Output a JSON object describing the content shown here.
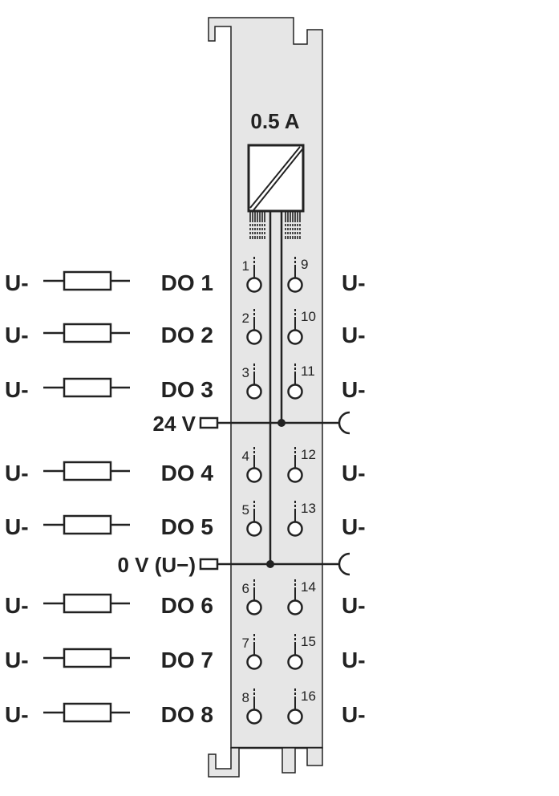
{
  "module": {
    "current_rating": "0.5 A",
    "body_color": "#e6e6e6",
    "line_color": "#222222"
  },
  "supply": [
    {
      "label": "24 V"
    },
    {
      "label": "0 V (U−)"
    }
  ],
  "channels": [
    {
      "load_label": "U-",
      "output_label": "DO 1",
      "left_terminal": "1",
      "right_terminal": "9",
      "right_label": "U-"
    },
    {
      "load_label": "U-",
      "output_label": "DO 2",
      "left_terminal": "2",
      "right_terminal": "10",
      "right_label": "U-"
    },
    {
      "load_label": "U-",
      "output_label": "DO 3",
      "left_terminal": "3",
      "right_terminal": "11",
      "right_label": "U-"
    },
    {
      "load_label": "U-",
      "output_label": "DO 4",
      "left_terminal": "4",
      "right_terminal": "12",
      "right_label": "U-"
    },
    {
      "load_label": "U-",
      "output_label": "DO 5",
      "left_terminal": "5",
      "right_terminal": "13",
      "right_label": "U-"
    },
    {
      "load_label": "U-",
      "output_label": "DO 6",
      "left_terminal": "6",
      "right_terminal": "14",
      "right_label": "U-"
    },
    {
      "load_label": "U-",
      "output_label": "DO 7",
      "left_terminal": "7",
      "right_terminal": "15",
      "right_label": "U-"
    },
    {
      "load_label": "U-",
      "output_label": "DO 8",
      "left_terminal": "8",
      "right_terminal": "16",
      "right_label": "U-"
    }
  ]
}
